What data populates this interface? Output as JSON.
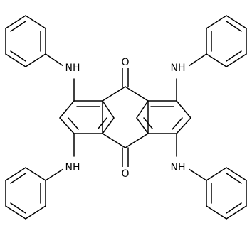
{
  "molecule": {
    "labels": {
      "nh_top_left": "NH",
      "nh_top_right": "NH",
      "nh_bottom_left": "NH",
      "nh_bottom_right": "NH",
      "o_top": "O",
      "o_bottom": "O"
    },
    "colors": {
      "line": "#000000",
      "background": "#ffffff"
    }
  }
}
